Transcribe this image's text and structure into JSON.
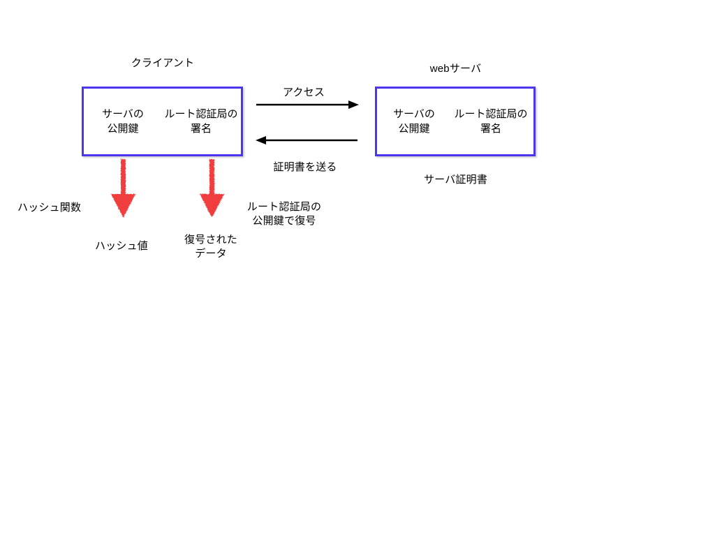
{
  "diagram": {
    "title_client": "クライアント",
    "title_server": "webサーバ",
    "server_certificate_caption": "サーバ証明書",
    "client_box": {
      "public_key": "サーバの\n公開鍵",
      "signature": "ルート認証局の\n署名"
    },
    "server_box": {
      "public_key": "サーバの\n公開鍵",
      "signature": "ルート認証局の\n署名"
    },
    "arrows": {
      "access": "アクセス",
      "send_certificate": "証明書を送る"
    },
    "hash_branch": {
      "operation": "ハッシュ関数",
      "result": "ハッシュ値"
    },
    "decrypt_branch": {
      "operation": "ルート認証局の\n公開鍵で復号",
      "result": "復号された\nデータ"
    },
    "colors": {
      "box_border": "#4b35ef",
      "red_arrow": "#f03c3c",
      "black_arrow": "#000000",
      "background": "#ffffff",
      "text": "#000000"
    }
  }
}
